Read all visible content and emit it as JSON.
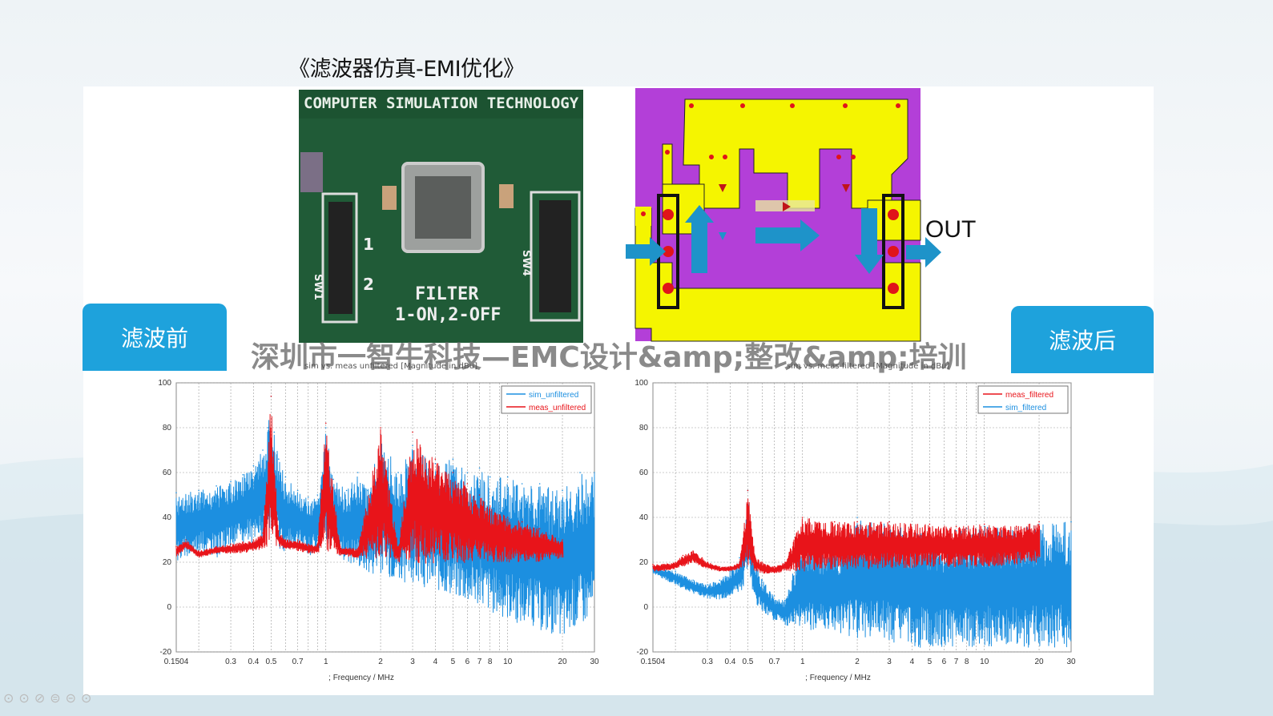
{
  "slide": {
    "title": "《滤波器仿真-EMI优化》",
    "tab_before": "滤波前",
    "tab_after": "滤波后",
    "watermark": "深圳市一智牛科技—EMC设计&amp;整改&amp;培训",
    "out_label": "OUT",
    "photo": {
      "banner": "COMPUTER SIMULATION TECHNOLOGY",
      "sw1": "SW1",
      "sw4": "SW4",
      "pin1": "1",
      "pin2": "2",
      "filter_label": "FILTER",
      "filter_mode": "1-ON,2-OFF"
    },
    "footer_icons": "⊙⊙⊘⊜⊝⊙"
  },
  "colors": {
    "tab": "#1ea2dc",
    "blue_series": "#1c8fe0",
    "red_series": "#e8141a",
    "layout_bg": "#b33fd8",
    "layout_copper": "#f5f500",
    "arrow": "#1e93c9"
  },
  "chart_data": [
    {
      "type": "line",
      "title": "sim vs. meas unfiltered [Magnitude in dBu]",
      "xlabel": "; Frequency / MHz",
      "ylabel": "",
      "xscale": "log",
      "xlim": [
        0.1504,
        30
      ],
      "ylim": [
        -20,
        100
      ],
      "grid": true,
      "legend_position": "top-right",
      "x_ticks": [
        0.1504,
        0.3,
        0.4,
        0.5,
        0.7,
        1,
        2,
        3,
        4,
        5,
        6,
        7,
        8,
        10,
        20,
        30
      ],
      "x_tick_labels": [
        "0.1504",
        "0.3",
        "0.4",
        "0.5",
        "0.7",
        "1",
        "2",
        "3",
        "4",
        "5",
        "6",
        "7",
        "8",
        "10",
        "20",
        "30"
      ],
      "y_ticks": [
        -20,
        0,
        20,
        40,
        60,
        80,
        100
      ],
      "series": [
        {
          "name": "sim_unfiltered",
          "color": "#1c8fe0",
          "x": [
            0.1504,
            0.2,
            0.25,
            0.3,
            0.35,
            0.4,
            0.45,
            0.48,
            0.5,
            0.52,
            0.55,
            0.6,
            0.7,
            0.8,
            0.9,
            1.0,
            1.1,
            1.3,
            1.5,
            1.7,
            2.0,
            2.5,
            3.0,
            4.0,
            5.0,
            6.0,
            7.0,
            8.0,
            10,
            12,
            15,
            20,
            25,
            30
          ],
          "values": [
            51,
            52,
            54,
            56,
            59,
            63,
            70,
            80,
            94,
            78,
            66,
            58,
            52,
            49,
            50,
            80,
            57,
            52,
            60,
            52,
            77,
            60,
            72,
            64,
            66,
            60,
            62,
            58,
            58,
            55,
            55,
            52,
            60,
            60
          ],
          "low_envelope": [
            20,
            25,
            22,
            27,
            28,
            28,
            30,
            32,
            35,
            32,
            26,
            24,
            28,
            22,
            25,
            30,
            25,
            20,
            18,
            15,
            14,
            12,
            10,
            8,
            5,
            2,
            0,
            -2,
            -5,
            -8,
            -10,
            -15,
            -8,
            -5
          ]
        },
        {
          "name": "meas_unfiltered",
          "color": "#e8141a",
          "x": [
            0.1504,
            0.17,
            0.2,
            0.25,
            0.3,
            0.35,
            0.4,
            0.45,
            0.5,
            0.55,
            0.6,
            0.7,
            0.8,
            0.9,
            1.0,
            1.2,
            1.5,
            2.0,
            2.5,
            3.0,
            4.0,
            5.0,
            6.0,
            7.0,
            8.0,
            10,
            12,
            15,
            20
          ],
          "values": [
            27,
            30,
            25,
            27,
            28,
            29,
            30,
            33,
            94,
            34,
            30,
            30,
            28,
            28,
            82,
            27,
            26,
            80,
            27,
            78,
            66,
            60,
            55,
            50,
            45,
            40,
            38,
            35,
            30
          ],
          "low_envelope": [
            22,
            26,
            22,
            24,
            24,
            24,
            25,
            26,
            28,
            27,
            26,
            25,
            24,
            24,
            24,
            23,
            22,
            21,
            20,
            20,
            19,
            19,
            19,
            20,
            20,
            20,
            20,
            20,
            22
          ]
        }
      ]
    },
    {
      "type": "line",
      "title": "sim vs. meas filtered [Magnitude in dBu]",
      "xlabel": "; Frequency / MHz",
      "ylabel": "",
      "xscale": "log",
      "xlim": [
        0.1504,
        30
      ],
      "ylim": [
        -20,
        100
      ],
      "grid": true,
      "legend_position": "top-right",
      "x_ticks": [
        0.1504,
        0.3,
        0.4,
        0.5,
        0.7,
        1,
        2,
        3,
        4,
        5,
        6,
        7,
        8,
        10,
        20,
        30
      ],
      "x_tick_labels": [
        "0.1504",
        "0.3",
        "0.4",
        "0.5",
        "0.7",
        "1",
        "2",
        "3",
        "4",
        "5",
        "6",
        "7",
        "8",
        "10",
        "20",
        "30"
      ],
      "y_ticks": [
        -20,
        0,
        20,
        40,
        60,
        80,
        100
      ],
      "series": [
        {
          "name": "sim_filtered",
          "color": "#1c8fe0",
          "x": [
            0.1504,
            0.2,
            0.25,
            0.3,
            0.35,
            0.4,
            0.45,
            0.48,
            0.5,
            0.52,
            0.55,
            0.6,
            0.7,
            0.8,
            1.0,
            1.5,
            2.0,
            3.0,
            4.0,
            5.0,
            6.0,
            7.0,
            8.0,
            10,
            15,
            20,
            30
          ],
          "values": [
            18,
            16,
            12,
            10,
            12,
            16,
            22,
            35,
            52,
            32,
            20,
            12,
            5,
            3,
            30,
            25,
            40,
            38,
            33,
            35,
            32,
            34,
            35,
            36,
            35,
            37,
            38
          ],
          "low_envelope": [
            15,
            10,
            6,
            4,
            3,
            4,
            6,
            10,
            18,
            10,
            2,
            -2,
            -6,
            -8,
            -10,
            -12,
            -14,
            -16,
            -18,
            -18,
            -18,
            -18,
            -18,
            -18,
            -18,
            -18,
            -18
          ]
        },
        {
          "name": "meas_filtered",
          "color": "#e8141a",
          "x": [
            0.1504,
            0.17,
            0.2,
            0.22,
            0.25,
            0.28,
            0.3,
            0.35,
            0.4,
            0.45,
            0.5,
            0.55,
            0.6,
            0.7,
            0.8,
            1.0,
            1.5,
            2.0,
            3.0,
            5.0,
            7.0,
            10,
            15,
            20
          ],
          "values": [
            19,
            19,
            20,
            23,
            25,
            22,
            20,
            18,
            18,
            20,
            52,
            22,
            20,
            18,
            20,
            40,
            38,
            38,
            38,
            37,
            36,
            37,
            36,
            38
          ],
          "low_envelope": [
            16,
            16,
            17,
            18,
            20,
            18,
            17,
            16,
            16,
            17,
            18,
            16,
            15,
            15,
            16,
            16,
            17,
            17,
            17,
            18,
            18,
            18,
            19,
            20
          ]
        }
      ]
    }
  ]
}
